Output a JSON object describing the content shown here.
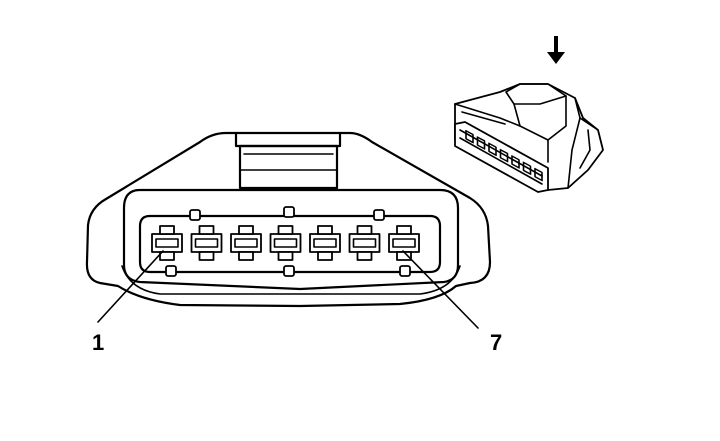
{
  "diagram": {
    "labels": {
      "pin_first": "1",
      "pin_last": "7"
    },
    "pin_count": 7,
    "view_arrow_icon": "arrow-down-icon",
    "colors": {
      "line": "#000000",
      "background": "#ffffff"
    }
  }
}
